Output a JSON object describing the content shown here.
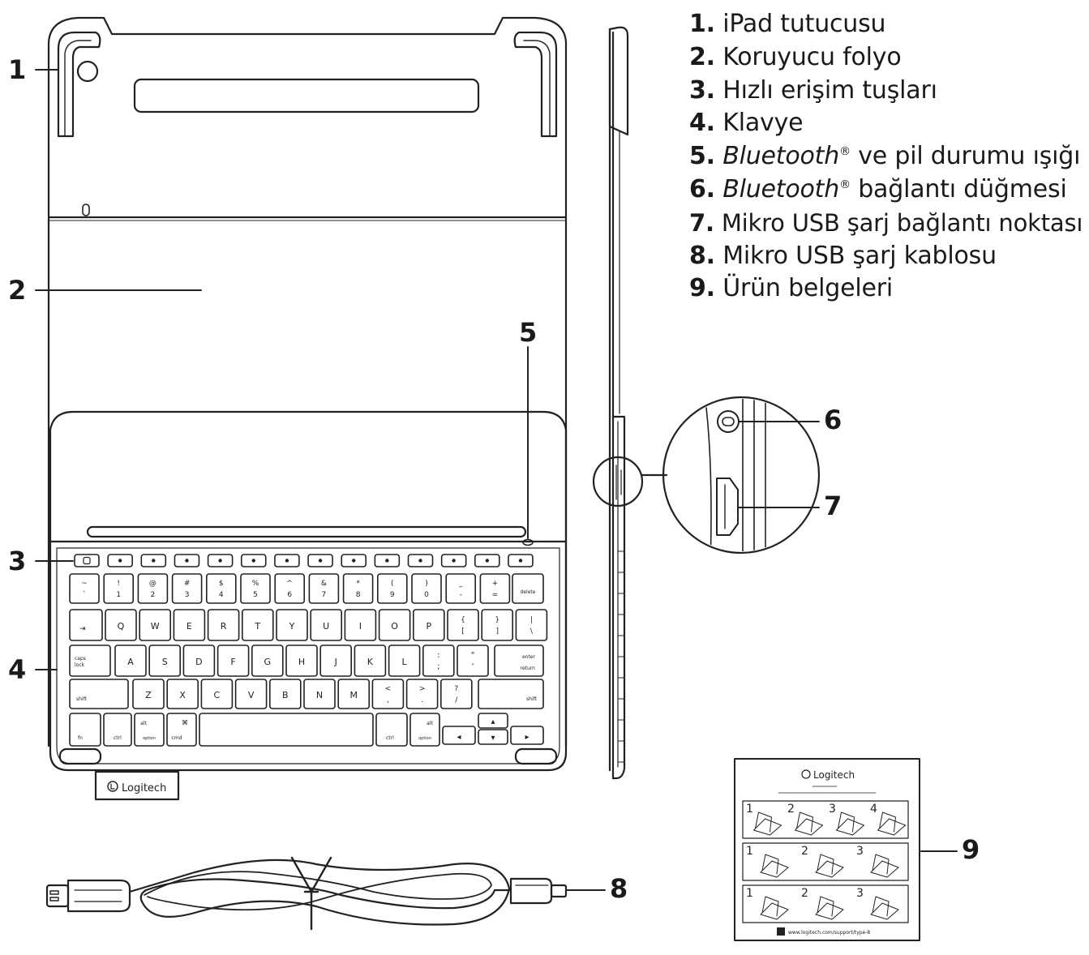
{
  "legend": {
    "items": [
      {
        "num": "1.",
        "text": "iPad tutucusu"
      },
      {
        "num": "2.",
        "text": "Koruyucu folyo"
      },
      {
        "num": "3.",
        "text": "Hızlı erişim tuşları"
      },
      {
        "num": "4.",
        "text": "Klavye"
      },
      {
        "num": "5.",
        "em": "Bluetooth",
        "sup": "®",
        "text": " ve pil durumu ışığı"
      },
      {
        "num": "6.",
        "em": "Bluetooth",
        "sup": "®",
        "text": " bağlantı düğmesi"
      },
      {
        "num": "7.",
        "text": "Mikro USB şarj bağlantı noktası"
      },
      {
        "num": "8.",
        "text": "Mikro USB şarj kablosu"
      },
      {
        "num": "9.",
        "text": "Ürün belgeleri"
      }
    ]
  },
  "callouts": {
    "c1": "1",
    "c2": "2",
    "c3": "3",
    "c4": "4",
    "c5": "5",
    "c6": "6",
    "c7": "7",
    "c8": "8",
    "c9": "9"
  },
  "brand": {
    "logo_text": "Logitech"
  },
  "keyboard": {
    "number_row": [
      {
        "top": "~",
        "bottom": "`"
      },
      {
        "top": "!",
        "bottom": "1"
      },
      {
        "top": "@",
        "bottom": "2"
      },
      {
        "top": "#",
        "bottom": "3"
      },
      {
        "top": "$",
        "bottom": "4"
      },
      {
        "top": "%",
        "bottom": "5"
      },
      {
        "top": "^",
        "bottom": "6"
      },
      {
        "top": "&",
        "bottom": "7"
      },
      {
        "top": "*",
        "bottom": "8"
      },
      {
        "top": "(",
        "bottom": "9"
      },
      {
        "top": ")",
        "bottom": "0"
      },
      {
        "top": "_",
        "bottom": "-"
      },
      {
        "top": "+",
        "bottom": "="
      }
    ],
    "delete_label": "delete",
    "row_q": [
      "Q",
      "W",
      "E",
      "R",
      "T",
      "Y",
      "U",
      "I",
      "O",
      "P"
    ],
    "row_q_brackets": [
      {
        "top": "{",
        "bottom": "["
      },
      {
        "top": "}",
        "bottom": "]"
      },
      {
        "top": "|",
        "bottom": "\\"
      }
    ],
    "tab_label": "⇥",
    "caps_label": "caps lock",
    "row_a": [
      "A",
      "S",
      "D",
      "F",
      "G",
      "H",
      "J",
      "K",
      "L"
    ],
    "row_a_punct": [
      {
        "top": ":",
        "bottom": ";"
      },
      {
        "top": "\"",
        "bottom": "'"
      }
    ],
    "enter_label": "enter",
    "return_label": "return",
    "shift_label": "shift",
    "row_z": [
      "Z",
      "X",
      "C",
      "V",
      "B",
      "N",
      "M"
    ],
    "row_z_punct": [
      {
        "top": "<",
        "bottom": ","
      },
      {
        "top": ">",
        "bottom": "."
      },
      {
        "top": "?",
        "bottom": "/"
      }
    ],
    "fn_label": "fn",
    "ctrl_label": "ctrl",
    "alt_label": "alt",
    "option_label": "option",
    "cmd_label": "cmd",
    "cmd_symbol": "⌘"
  },
  "documentation": {
    "logo_text": "Logitech",
    "url": "www.logitech.com/support/type-8",
    "step_numbers_row1": [
      "1",
      "2",
      "3",
      "4"
    ],
    "step_numbers_row2": [
      "1",
      "2",
      "3"
    ],
    "step_numbers_row3": [
      "1",
      "2",
      "3"
    ]
  }
}
